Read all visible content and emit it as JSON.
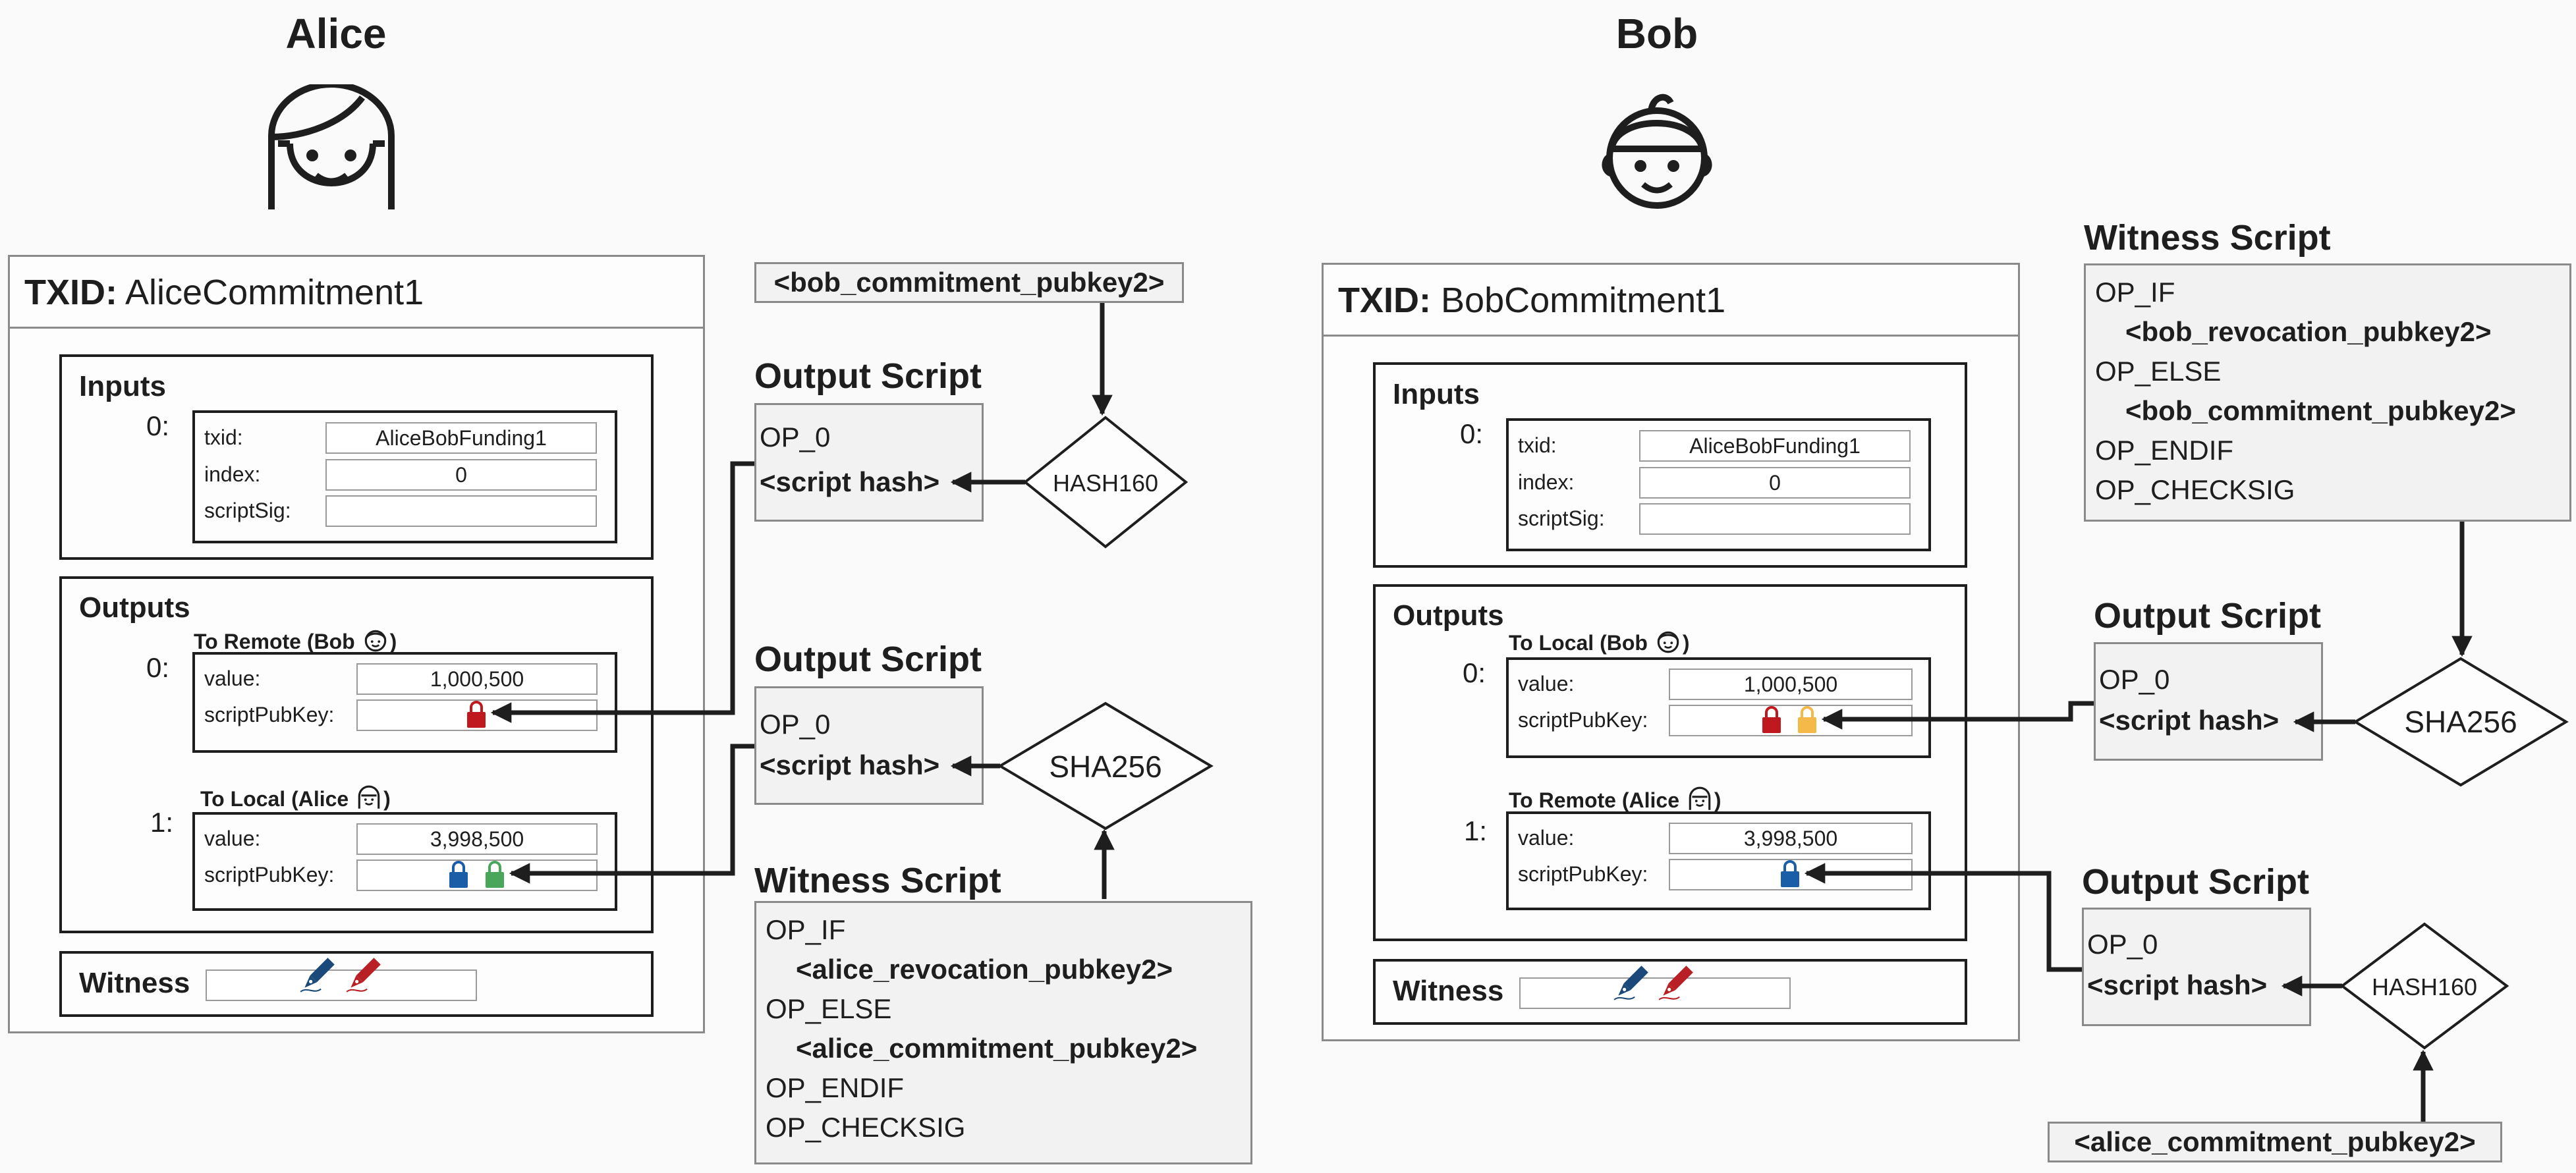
{
  "alice": {
    "name": "Alice",
    "txid_label": "TXID:",
    "txid": "AliceCommitment1",
    "inputs_label": "Inputs",
    "input_index": "0:",
    "txid_field_label": "txid:",
    "txid_field_value": "AliceBobFunding1",
    "index_field_label": "index:",
    "index_field_value": "0",
    "scriptsig_label": "scriptSig:",
    "outputs_label": "Outputs",
    "out0_index": "0:",
    "out0_title": "To Remote (Bob",
    "out0_value_label": "value:",
    "out0_value": "1,000,500",
    "out0_spk_label": "scriptPubKey:",
    "out1_index": "1:",
    "out1_title": "To Local (Alice",
    "out1_value_label": "value:",
    "out1_value": "3,998,500",
    "out1_spk_label": "scriptPubKey:",
    "witness_label": "Witness",
    "close_paren": ")"
  },
  "bob": {
    "name": "Bob",
    "txid_label": "TXID:",
    "txid": "BobCommitment1",
    "inputs_label": "Inputs",
    "input_index": "0:",
    "txid_field_label": "txid:",
    "txid_field_value": "AliceBobFunding1",
    "index_field_label": "index:",
    "index_field_value": "0",
    "scriptsig_label": "scriptSig:",
    "outputs_label": "Outputs",
    "out0_index": "0:",
    "out0_title": "To Local (Bob",
    "out0_value_label": "value:",
    "out0_value": "1,000,500",
    "out0_spk_label": "scriptPubKey:",
    "out1_index": "1:",
    "out1_title": "To Remote (Alice",
    "out1_value_label": "value:",
    "out1_value": "3,998,500",
    "out1_spk_label": "scriptPubKey:",
    "witness_label": "Witness",
    "close_paren": ")"
  },
  "middle": {
    "key_top": "<bob_commitment_pubkey2>",
    "output1_title": "Output Script",
    "output1_line1": "OP_0",
    "output1_line2": "<script hash>",
    "hash160": "HASH160",
    "output2_title": "Output Script",
    "output2_line1": "OP_0",
    "output2_line2": "<script hash>",
    "sha256": "SHA256",
    "witness_title": "Witness Script",
    "w1": "OP_IF",
    "w2": "<alice_revocation_pubkey2>",
    "w3": "OP_ELSE",
    "w4": "<alice_commitment_pubkey2>",
    "w5": "OP_ENDIF",
    "w6": "OP_CHECKSIG"
  },
  "right": {
    "witness_title": "Witness Script",
    "w1": "OP_IF",
    "w2": "<bob_revocation_pubkey2>",
    "w3": "OP_ELSE",
    "w4": "<bob_commitment_pubkey2>",
    "w5": "OP_ENDIF",
    "w6": "OP_CHECKSIG",
    "output1_title": "Output Script",
    "output1_line1": "OP_0",
    "output1_line2": "<script hash>",
    "sha256": "SHA256",
    "output2_title": "Output Script",
    "output2_line1": "OP_0",
    "output2_line2": "<script hash>",
    "hash160": "HASH160",
    "key_bottom": "<alice_commitment_pubkey2>"
  },
  "colors": {
    "lock_red": "#c0181f",
    "lock_blue": "#1a5ea8",
    "lock_green": "#4aa65a",
    "lock_yellow": "#f5b94a",
    "pen_blue": "#1b4a7a",
    "pen_red": "#b82025"
  }
}
